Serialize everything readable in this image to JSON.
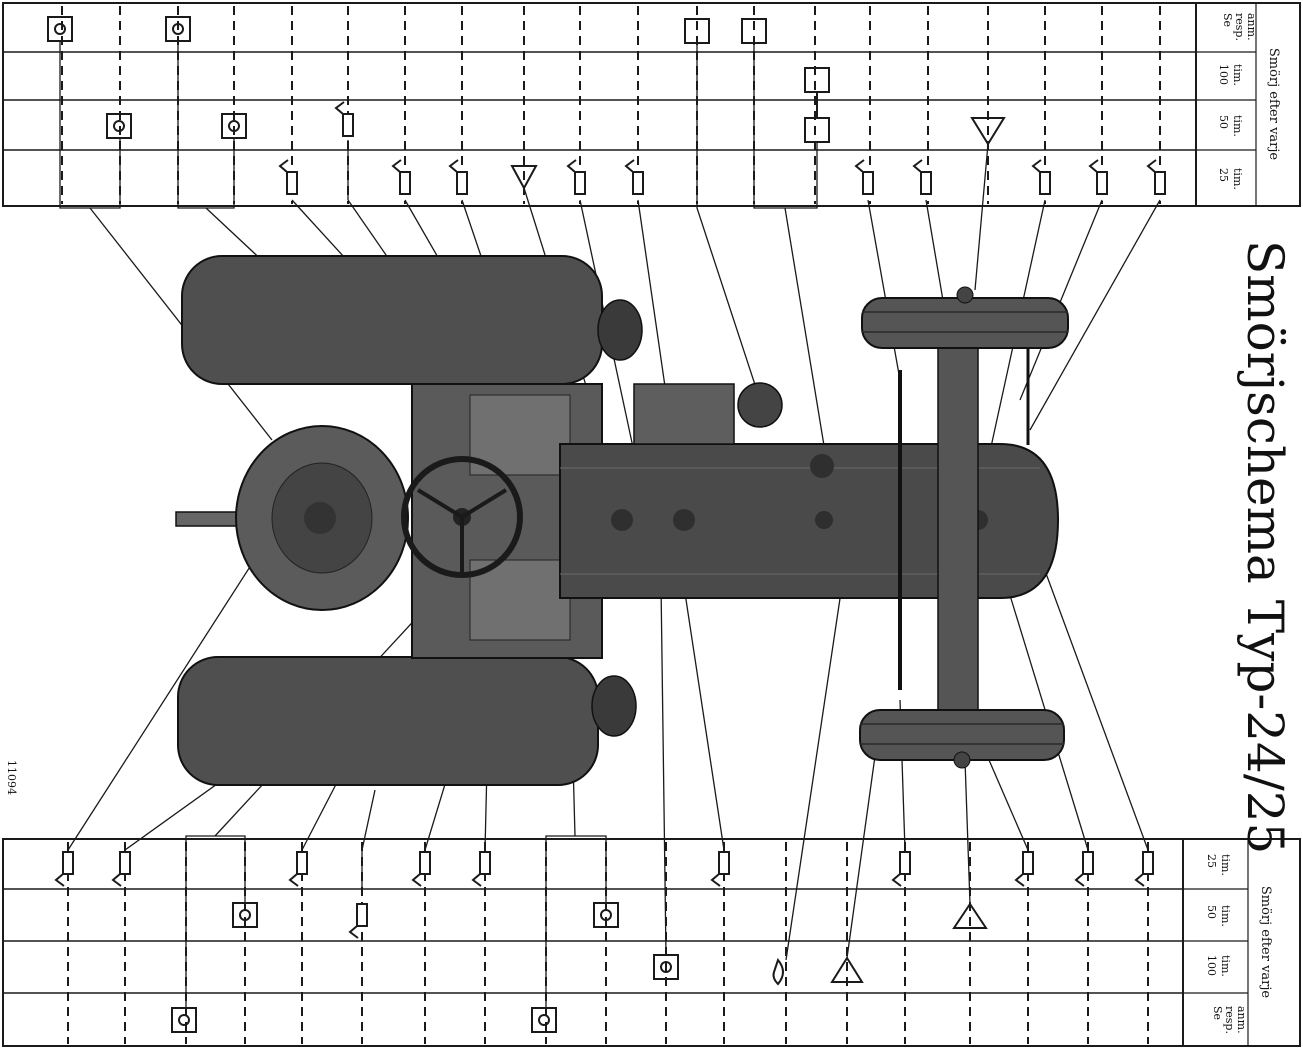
{
  "title": "Smörjschema Typ-24/25",
  "serial": "11094",
  "top_table": {
    "header": "Smörj efter varje",
    "columns": [
      {
        "line1": "Se",
        "line2": "resp.",
        "line3": "anm."
      },
      {
        "line1": "100",
        "line2": "tim."
      },
      {
        "line1": "50",
        "line2": "tim."
      },
      {
        "line1": "25",
        "line2": "tim."
      }
    ]
  },
  "bottom_table": {
    "header": "Smörj efter varje",
    "columns": [
      {
        "line1": "25",
        "line2": "tim."
      },
      {
        "line1": "50",
        "line2": "tim."
      },
      {
        "line1": "100",
        "line2": "tim."
      },
      {
        "line1": "Se",
        "line2": "resp.",
        "line3": "anm."
      }
    ]
  },
  "symbols": [
    "grease-nipple",
    "oil-box",
    "fill-plug",
    "triangle-oil-check",
    "filter"
  ],
  "colors": {
    "ink": "#1a1a1a",
    "tractor_body": "#4a4a4a",
    "paper": "#ffffff"
  }
}
